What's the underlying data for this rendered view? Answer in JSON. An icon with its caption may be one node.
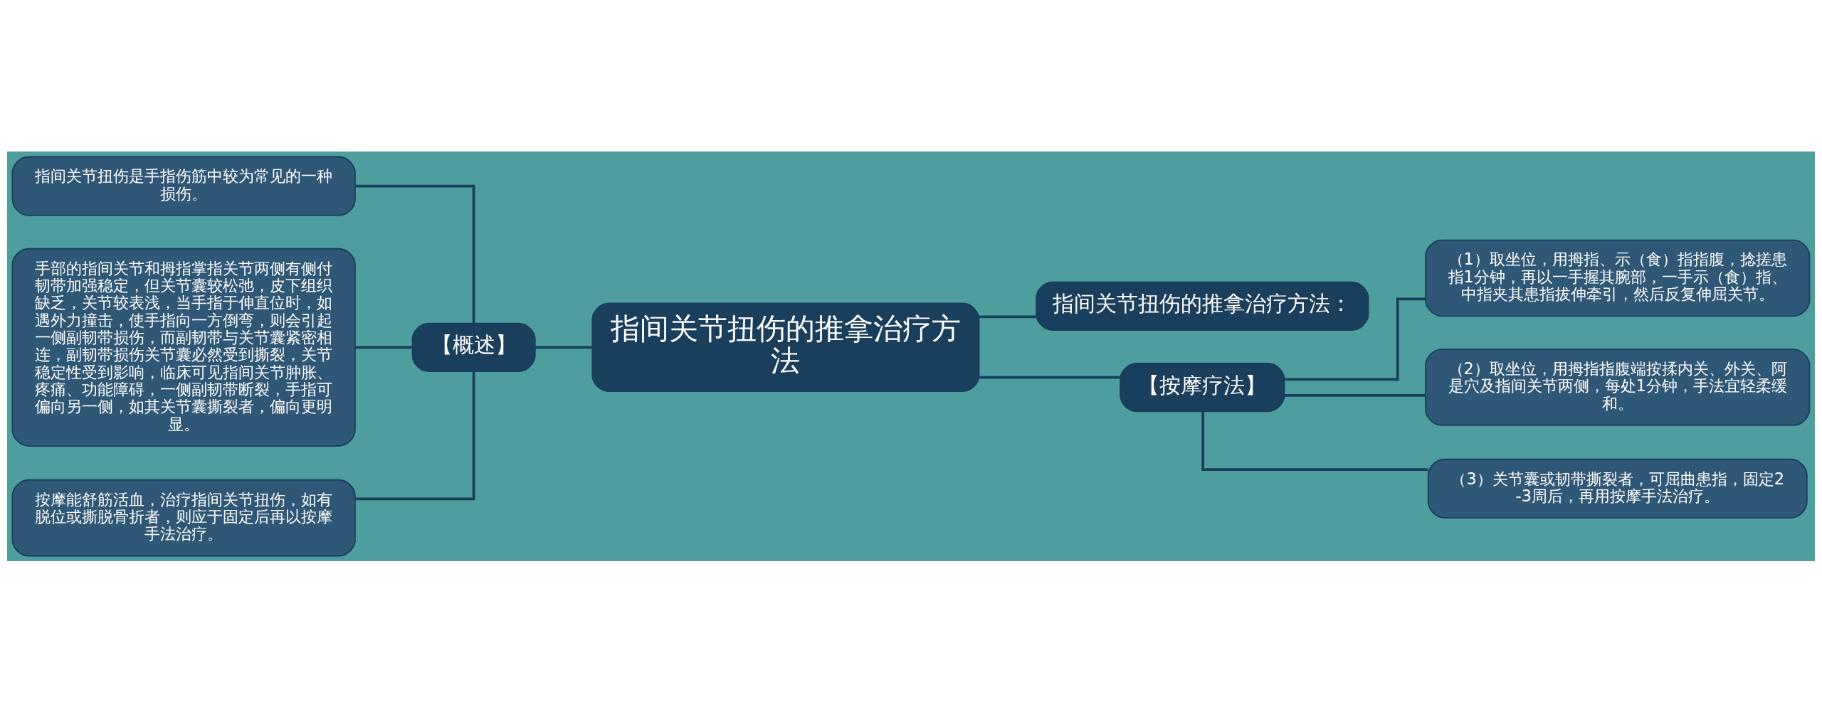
{
  "diagram": {
    "nodes": [
      {
        "text": [
          "指间关节扭伤的推拿治疗方法"
        ]
      },
      {
        "text": [
          "【概述】"
        ]
      },
      {
        "text": [
          "指间关节扭伤是手指伤筋中较为常见的一种损伤。"
        ]
      },
      {
        "text": [
          "手部的指间关节和拇指掌指关节两侧有侧付韧带加强稳定，但关节囊较松弛，皮下组织缺乏，关节较表浅，当手指于伸直位时，如遇外力撞击，使手指向一方倒弯，则会引起一侧副韧带损伤，而副韧带与关节囊紧密相连，副韧带损伤关节囊必然受到撕裂，关节稳定性受到影响，临床可见指间关节肿胀、疼痛、功能障碍，一侧副韧带断裂，手指可偏向另一侧，如其关节囊撕裂者，偏向更明显。"
        ]
      },
      {
        "text": [
          "按摩能舒筋活血，治疗指间关节扭伤，如有脱位或撕脱骨折者，则应于固定后再以按摩手法治疗。"
        ]
      },
      {
        "text": [
          "指间关节扭伤的推拿治疗方法："
        ]
      },
      {
        "text": [
          "【按摩疗法】"
        ]
      },
      {
        "text": [
          "（1）取坐位，用拇指、示（食）指指腹，捻搓患指1分钟，再以一手握其腕部，一手示（食）指、中指夹其患指拔伸牵引，然后反复伸屈关节。"
        ]
      },
      {
        "text": [
          "（2）取坐位，用拇指指腹端按揉内关、外关、阿是穴及指间关节两侧，每处1分钟，手法宜轻柔缓和。"
        ]
      },
      {
        "text": [
          "（3）关节囊或韧带撕裂者，可屈曲患指，固定2-3周后，再用按摩手法治疗。"
        ]
      }
    ],
    "edges": [
      {
        "from": 0,
        "to": 1,
        "arrow": "none"
      },
      {
        "from": 1,
        "to": 2,
        "arrow": "none"
      },
      {
        "from": 1,
        "to": 3,
        "arrow": "none"
      },
      {
        "from": 1,
        "to": 4,
        "arrow": "none"
      },
      {
        "from": 0,
        "to": 5,
        "arrow": "none"
      },
      {
        "from": 0,
        "to": 6,
        "arrow": "none"
      },
      {
        "from": 6,
        "to": 7,
        "arrow": "none"
      },
      {
        "from": 6,
        "to": 8,
        "arrow": "none"
      },
      {
        "from": 6,
        "to": 9,
        "arrow": "none"
      }
    ]
  }
}
